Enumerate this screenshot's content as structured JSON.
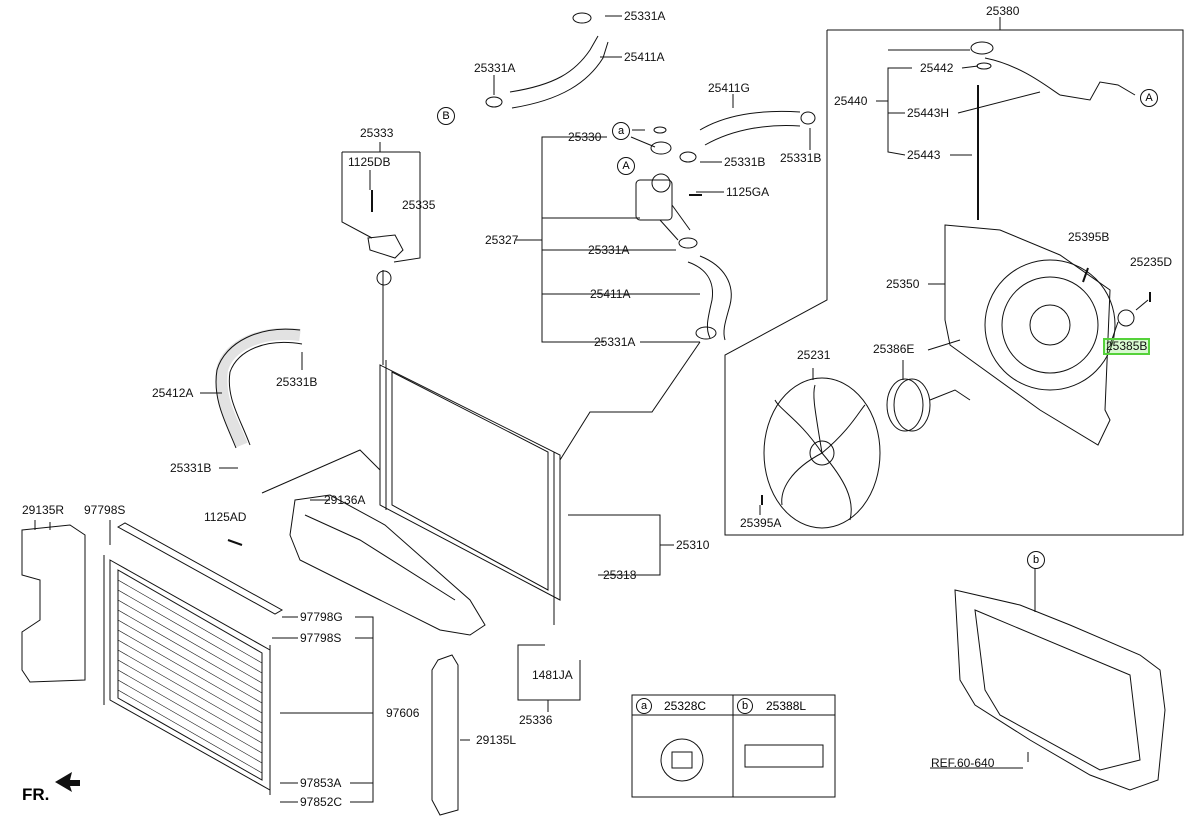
{
  "parts": [
    {
      "id": "p25331A_top",
      "label": "25331A"
    },
    {
      "id": "p25411A_top",
      "label": "25411A"
    },
    {
      "id": "p25331A_left",
      "label": "25331A"
    },
    {
      "id": "p25411G",
      "label": "25411G"
    },
    {
      "id": "p25331B_r",
      "label": "25331B"
    },
    {
      "id": "p25330",
      "label": "25330"
    },
    {
      "id": "p25331B_m",
      "label": "25331B"
    },
    {
      "id": "p1125GA",
      "label": "1125GA"
    },
    {
      "id": "p25327",
      "label": "25327"
    },
    {
      "id": "p25331A_m",
      "label": "25331A"
    },
    {
      "id": "p25411A_m",
      "label": "25411A"
    },
    {
      "id": "p25331A_m2",
      "label": "25331A"
    },
    {
      "id": "p25333",
      "label": "25333"
    },
    {
      "id": "p1125DB",
      "label": "1125DB"
    },
    {
      "id": "p25335",
      "label": "25335"
    },
    {
      "id": "p25412A",
      "label": "25412A"
    },
    {
      "id": "p25331B_l",
      "label": "25331B"
    },
    {
      "id": "p25331B_l2",
      "label": "25331B"
    },
    {
      "id": "p29136A",
      "label": "29136A"
    },
    {
      "id": "p1125AD",
      "label": "1125AD"
    },
    {
      "id": "p29135R",
      "label": "29135R"
    },
    {
      "id": "p97798S_t",
      "label": "97798S"
    },
    {
      "id": "p97798G",
      "label": "97798G"
    },
    {
      "id": "p97798S",
      "label": "97798S"
    },
    {
      "id": "p97606",
      "label": "97606"
    },
    {
      "id": "p97853A",
      "label": "97853A"
    },
    {
      "id": "p97852C",
      "label": "97852C"
    },
    {
      "id": "p29135L",
      "label": "29135L"
    },
    {
      "id": "p25310",
      "label": "25310"
    },
    {
      "id": "p25318",
      "label": "25318"
    },
    {
      "id": "p1481JA",
      "label": "1481JA"
    },
    {
      "id": "p25336",
      "label": "25336"
    },
    {
      "id": "p25380",
      "label": "25380"
    },
    {
      "id": "p25442",
      "label": "25442"
    },
    {
      "id": "p25440",
      "label": "25440"
    },
    {
      "id": "p25443H",
      "label": "25443H"
    },
    {
      "id": "p25443",
      "label": "25443"
    },
    {
      "id": "p25395B",
      "label": "25395B"
    },
    {
      "id": "p25235D",
      "label": "25235D"
    },
    {
      "id": "p25350",
      "label": "25350"
    },
    {
      "id": "p25386E",
      "label": "25386E"
    },
    {
      "id": "p25385B",
      "label": "25385B"
    },
    {
      "id": "p25231",
      "label": "25231"
    },
    {
      "id": "p25395A",
      "label": "25395A"
    },
    {
      "id": "pREF",
      "label": "REF.60-640"
    }
  ],
  "callouts": {
    "a": "a",
    "b": "b",
    "A": "A",
    "B": "B"
  },
  "direction_label": "FR.",
  "legend": {
    "a_letter": "a",
    "a_part": "25328C",
    "b_letter": "b",
    "b_part": "25388L"
  },
  "highlight_part": "25385B",
  "colors": {
    "line": "#111111",
    "highlight": "#55d23a"
  }
}
